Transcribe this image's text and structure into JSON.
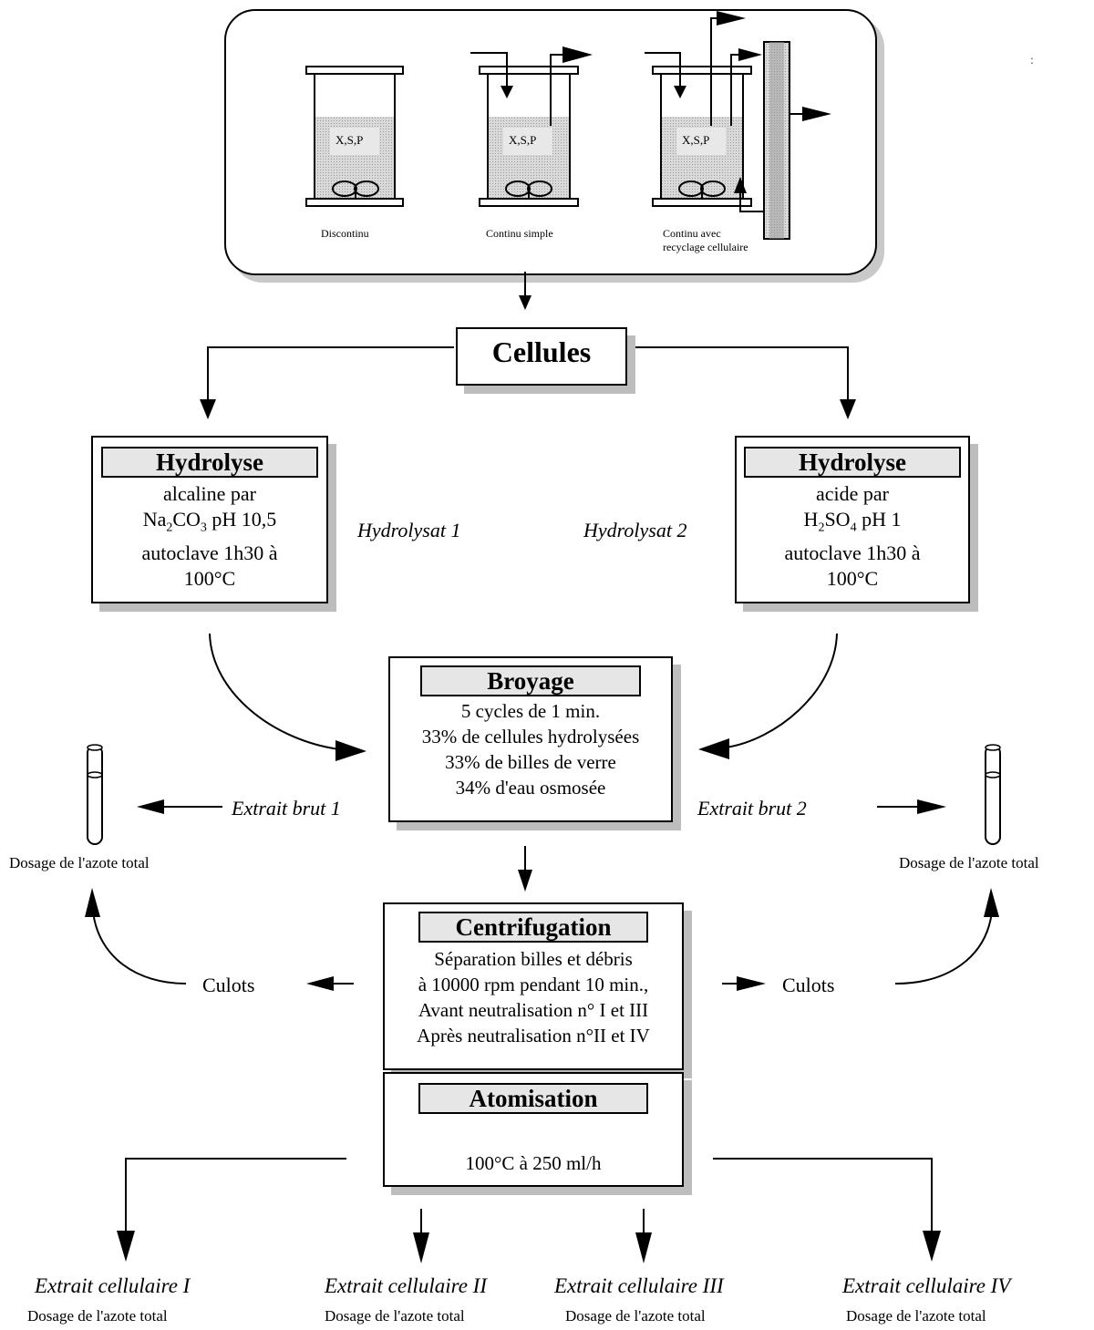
{
  "reactors": {
    "liquid_label": "X,S,P",
    "items": [
      {
        "label": "Discontinu"
      },
      {
        "label": "Continu simple"
      },
      {
        "label_line1": "Continu avec",
        "label_line2": "recyclage cellulaire"
      }
    ]
  },
  "cellules": "Cellules",
  "hydrolyse_left": {
    "title": "Hydrolyse",
    "line1": "alcaline par",
    "reagent": "Na",
    "reagent_sub1": "2",
    "reagent_mid": "CO",
    "reagent_sub2": "3",
    "reagent_tail": " pH 10,5",
    "line3": "autoclave 1h30 à",
    "line4": "100°C"
  },
  "hydrolyse_right": {
    "title": "Hydrolyse",
    "line1": "acide par",
    "reagent": "H",
    "reagent_sub1": "2",
    "reagent_mid": "SO",
    "reagent_sub2": "4",
    "reagent_tail": " pH 1",
    "line3": "autoclave 1h30 à",
    "line4": "100°C"
  },
  "hydrolysat_1": "Hydrolysat 1",
  "hydrolysat_2": "Hydrolysat 2",
  "broyage": {
    "title": "Broyage",
    "lines": [
      "5 cycles de 1 min.",
      "33% de cellules hydrolysées",
      "33% de billes de verre",
      "34% d'eau osmosée"
    ]
  },
  "extrait_brut_1": "Extrait brut 1",
  "extrait_brut_2": "Extrait brut 2",
  "dosage_label": "Dosage de l'azote total",
  "centrifugation": {
    "title": "Centrifugation",
    "lines": [
      "Séparation billes et  débris",
      "à 10000 rpm pendant 10 min.,",
      "Avant  neutralisation n° I et III",
      "Après neutralisation n°II et IV"
    ]
  },
  "culots": "Culots",
  "atomisation": {
    "title": "Atomisation",
    "line": "100°C à 250 ml/h"
  },
  "extraits_cellulaires": [
    {
      "name": "Extrait cellulaire I",
      "sub": "Dosage de l'azote total"
    },
    {
      "name": "Extrait cellulaire II",
      "sub": "Dosage de l'azote total"
    },
    {
      "name": "Extrait cellulaire III",
      "sub": "Dosage de l'azote total"
    },
    {
      "name": "Extrait cellulaire IV",
      "sub": "Dosage de l'azote total"
    }
  ]
}
